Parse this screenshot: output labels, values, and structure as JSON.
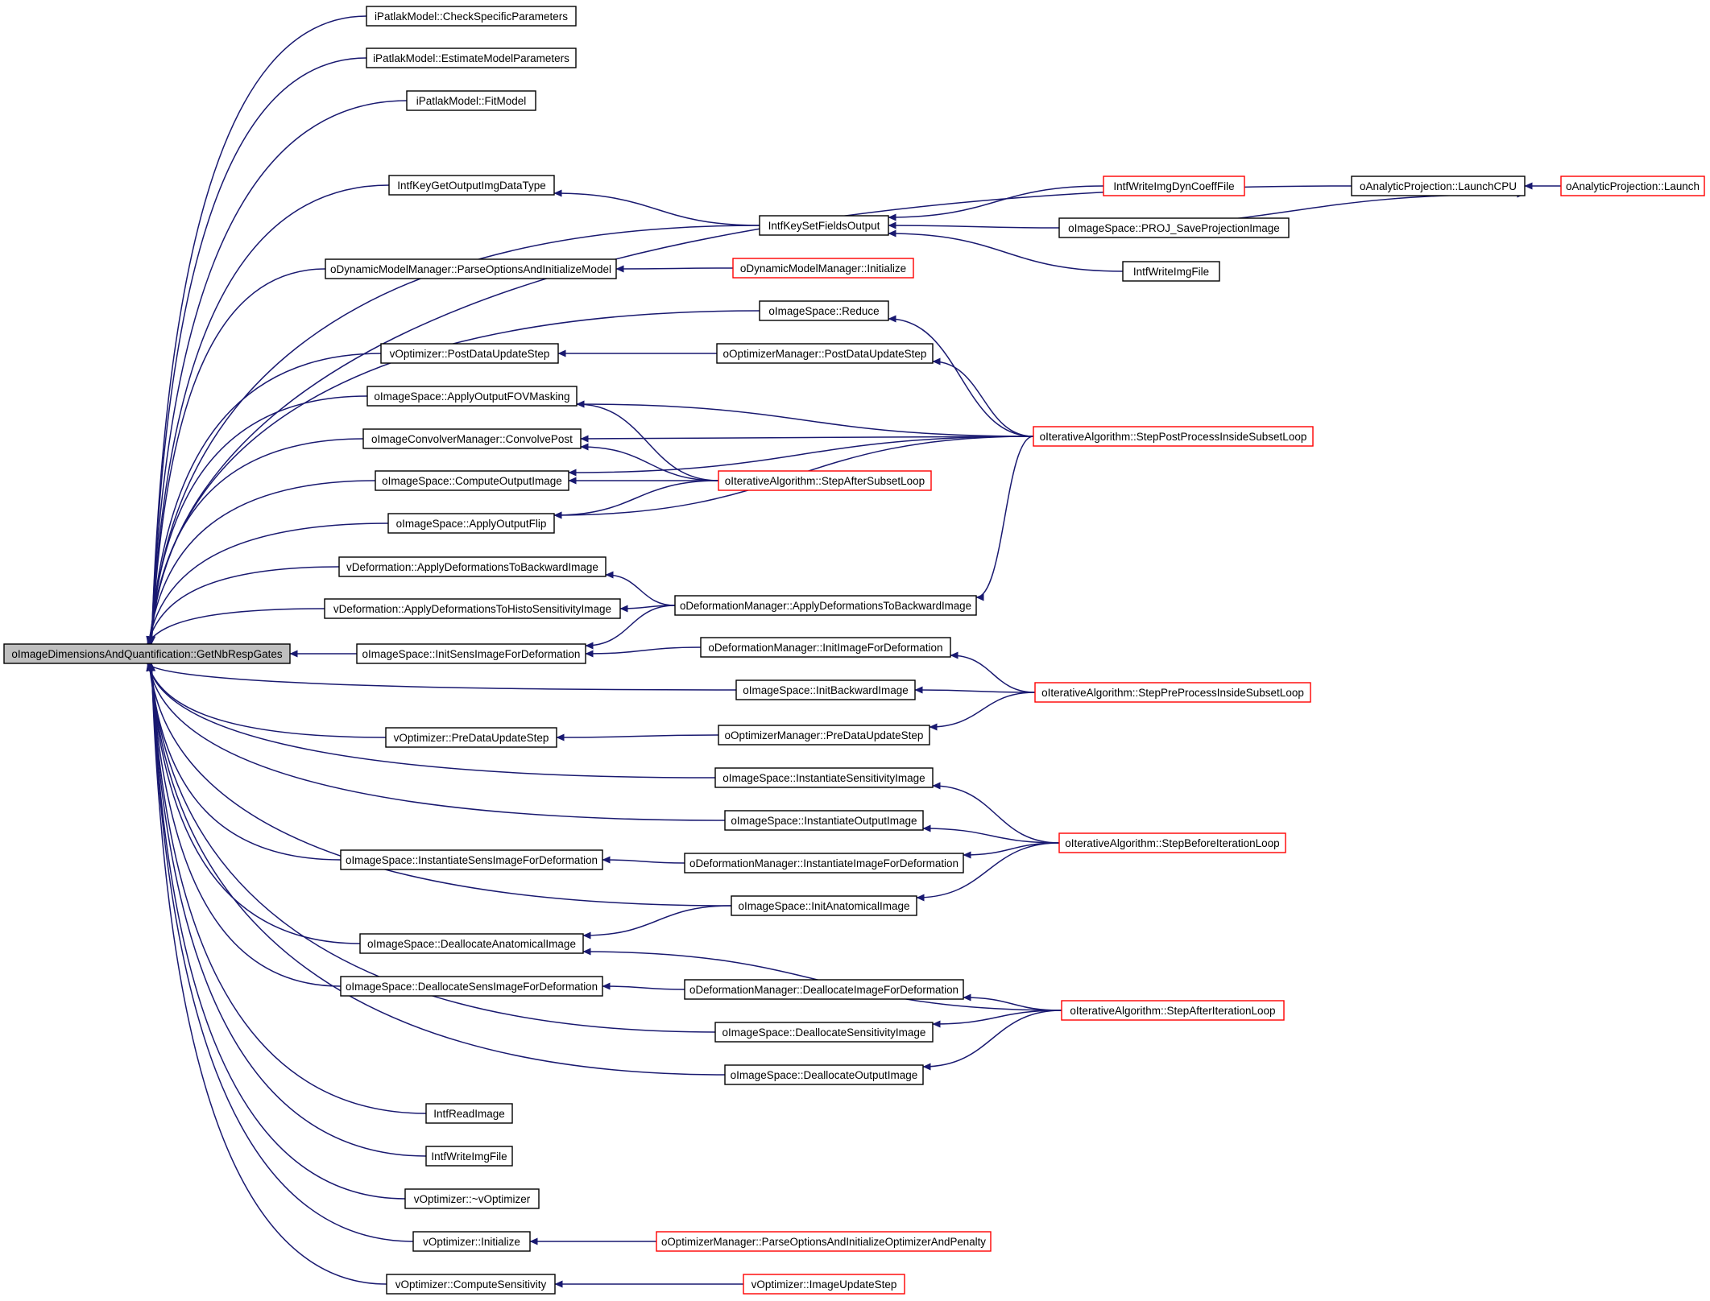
{
  "colors": {
    "edge": "#191970",
    "node_border": "#000000",
    "incomplete_border": "#ff0000",
    "root_fill": "#bfbfbf"
  },
  "nodes": [
    {
      "id": "root",
      "label": "oImageDimensionsAndQuantification::GetNbRespGates",
      "kind": "root"
    },
    {
      "id": "n1",
      "label": "iPatlakModel::CheckSpecificParameters",
      "kind": "normal"
    },
    {
      "id": "n2",
      "label": "iPatlakModel::EstimateModelParameters",
      "kind": "normal"
    },
    {
      "id": "n3",
      "label": "iPatlakModel::FitModel",
      "kind": "normal"
    },
    {
      "id": "n4",
      "label": "IntfKeyGetOutputImgDataType",
      "kind": "normal"
    },
    {
      "id": "n5",
      "label": "oDynamicModelManager::ParseOptionsAndInitializeModel",
      "kind": "normal"
    },
    {
      "id": "n6",
      "label": "vOptimizer::PostDataUpdateStep",
      "kind": "normal"
    },
    {
      "id": "n7",
      "label": "oImageSpace::ApplyOutputFOVMasking",
      "kind": "normal"
    },
    {
      "id": "n8",
      "label": "oImageConvolverManager::ConvolvePost",
      "kind": "normal"
    },
    {
      "id": "n9",
      "label": "oImageSpace::ComputeOutputImage",
      "kind": "normal"
    },
    {
      "id": "n10",
      "label": "oImageSpace::ApplyOutputFlip",
      "kind": "normal"
    },
    {
      "id": "n11",
      "label": "vDeformation::ApplyDeformationsToBackwardImage",
      "kind": "normal"
    },
    {
      "id": "n12",
      "label": "vDeformation::ApplyDeformationsToHistoSensitivityImage",
      "kind": "normal"
    },
    {
      "id": "n13",
      "label": "oImageSpace::InitSensImageForDeformation",
      "kind": "normal"
    },
    {
      "id": "n14",
      "label": "vOptimizer::PreDataUpdateStep",
      "kind": "normal"
    },
    {
      "id": "n15",
      "label": "oImageSpace::InstantiateSensImageForDeformation",
      "kind": "normal"
    },
    {
      "id": "n16",
      "label": "oImageSpace::DeallocateAnatomicalImage",
      "kind": "normal"
    },
    {
      "id": "n17",
      "label": "oImageSpace::DeallocateSensImageForDeformation",
      "kind": "normal"
    },
    {
      "id": "n18",
      "label": "IntfReadImage",
      "kind": "normal"
    },
    {
      "id": "n19",
      "label": "IntfWriteImgFile",
      "kind": "normal"
    },
    {
      "id": "n20",
      "label": "vOptimizer::~vOptimizer",
      "kind": "normal"
    },
    {
      "id": "n21",
      "label": "vOptimizer::Initialize",
      "kind": "normal"
    },
    {
      "id": "n22",
      "label": "vOptimizer::ComputeSensitivity",
      "kind": "normal"
    },
    {
      "id": "m1",
      "label": "IntfKeySetFieldsOutput",
      "kind": "normal"
    },
    {
      "id": "m2",
      "label": "oDynamicModelManager::Initialize",
      "kind": "red"
    },
    {
      "id": "m3",
      "label": "oImageSpace::Reduce",
      "kind": "normal"
    },
    {
      "id": "m4",
      "label": "oOptimizerManager::PostDataUpdateStep",
      "kind": "normal"
    },
    {
      "id": "m5",
      "label": "oIterativeAlgorithm::StepAfterSubsetLoop",
      "kind": "red"
    },
    {
      "id": "m6",
      "label": "oDeformationManager::ApplyDeformationsToBackwardImage",
      "kind": "normal"
    },
    {
      "id": "m7",
      "label": "oDeformationManager::InitImageForDeformation",
      "kind": "normal"
    },
    {
      "id": "m8",
      "label": "oImageSpace::InitBackwardImage",
      "kind": "normal"
    },
    {
      "id": "m9",
      "label": "oOptimizerManager::PreDataUpdateStep",
      "kind": "normal"
    },
    {
      "id": "m10",
      "label": "oImageSpace::InstantiateSensitivityImage",
      "kind": "normal"
    },
    {
      "id": "m11",
      "label": "oImageSpace::InstantiateOutputImage",
      "kind": "normal"
    },
    {
      "id": "m12",
      "label": "oDeformationManager::InstantiateImageForDeformation",
      "kind": "normal"
    },
    {
      "id": "m13",
      "label": "oImageSpace::InitAnatomicalImage",
      "kind": "normal"
    },
    {
      "id": "m14",
      "label": "oDeformationManager::DeallocateImageForDeformation",
      "kind": "normal"
    },
    {
      "id": "m15",
      "label": "oImageSpace::DeallocateSensitivityImage",
      "kind": "normal"
    },
    {
      "id": "m16",
      "label": "oImageSpace::DeallocateOutputImage",
      "kind": "normal"
    },
    {
      "id": "m17",
      "label": "oOptimizerManager::ParseOptionsAndInitializeOptimizerAndPenalty",
      "kind": "red"
    },
    {
      "id": "m18",
      "label": "vOptimizer::ImageUpdateStep",
      "kind": "red"
    },
    {
      "id": "r1",
      "label": "IntfWriteImgDynCoeffFile",
      "kind": "red"
    },
    {
      "id": "r2",
      "label": "oImageSpace::PROJ_SaveProjectionImage",
      "kind": "normal"
    },
    {
      "id": "r3",
      "label": "IntfWriteImgFile",
      "kind": "normal"
    },
    {
      "id": "r4",
      "label": "oIterativeAlgorithm::StepPostProcessInsideSubsetLoop",
      "kind": "red"
    },
    {
      "id": "r5",
      "label": "oIterativeAlgorithm::StepPreProcessInsideSubsetLoop",
      "kind": "red"
    },
    {
      "id": "r6",
      "label": "oIterativeAlgorithm::StepBeforeIterationLoop",
      "kind": "red"
    },
    {
      "id": "r7",
      "label": "oIterativeAlgorithm::StepAfterIterationLoop",
      "kind": "red"
    },
    {
      "id": "q1",
      "label": "oAnalyticProjection::LaunchCPU",
      "kind": "normal"
    },
    {
      "id": "q2",
      "label": "oAnalyticProjection::Launch",
      "kind": "red"
    }
  ],
  "edges": [
    [
      "n1",
      "root"
    ],
    [
      "n2",
      "root"
    ],
    [
      "n3",
      "root"
    ],
    [
      "q1",
      "root"
    ],
    [
      "n4",
      "root"
    ],
    [
      "m1",
      "root"
    ],
    [
      "n5",
      "root"
    ],
    [
      "m3",
      "root"
    ],
    [
      "n6",
      "root"
    ],
    [
      "n7",
      "root"
    ],
    [
      "n8",
      "root"
    ],
    [
      "n9",
      "root"
    ],
    [
      "n10",
      "root"
    ],
    [
      "n11",
      "root"
    ],
    [
      "n12",
      "root"
    ],
    [
      "n13",
      "root"
    ],
    [
      "m8",
      "root"
    ],
    [
      "n14",
      "root"
    ],
    [
      "m10",
      "root"
    ],
    [
      "m11",
      "root"
    ],
    [
      "n15",
      "root"
    ],
    [
      "m13",
      "root"
    ],
    [
      "n16",
      "root"
    ],
    [
      "n17",
      "root"
    ],
    [
      "m15",
      "root"
    ],
    [
      "m16",
      "root"
    ],
    [
      "n18",
      "root"
    ],
    [
      "n19",
      "root"
    ],
    [
      "n20",
      "root"
    ],
    [
      "n21",
      "root"
    ],
    [
      "n22",
      "root"
    ],
    [
      "m1",
      "n4"
    ],
    [
      "r1",
      "m1"
    ],
    [
      "r2",
      "m1"
    ],
    [
      "r3",
      "m1"
    ],
    [
      "r2",
      "q1"
    ],
    [
      "q2",
      "q1"
    ],
    [
      "m2",
      "n5"
    ],
    [
      "r4",
      "m3"
    ],
    [
      "m4",
      "n6"
    ],
    [
      "r4",
      "m4"
    ],
    [
      "m5",
      "n7"
    ],
    [
      "r4",
      "n7"
    ],
    [
      "r4",
      "n8"
    ],
    [
      "m5",
      "n8"
    ],
    [
      "m5",
      "n9"
    ],
    [
      "r4",
      "n9"
    ],
    [
      "m5",
      "n10"
    ],
    [
      "r4",
      "n10"
    ],
    [
      "m6",
      "n11"
    ],
    [
      "m6",
      "n12"
    ],
    [
      "r4",
      "m6"
    ],
    [
      "m6",
      "n13"
    ],
    [
      "m7",
      "n13"
    ],
    [
      "r5",
      "m7"
    ],
    [
      "r5",
      "m8"
    ],
    [
      "m9",
      "n14"
    ],
    [
      "r5",
      "m9"
    ],
    [
      "r6",
      "m10"
    ],
    [
      "r6",
      "m11"
    ],
    [
      "m12",
      "n15"
    ],
    [
      "r6",
      "m12"
    ],
    [
      "r6",
      "m13"
    ],
    [
      "m13",
      "n16"
    ],
    [
      "r7",
      "n16"
    ],
    [
      "m14",
      "n17"
    ],
    [
      "r7",
      "m14"
    ],
    [
      "r7",
      "m15"
    ],
    [
      "r7",
      "m16"
    ],
    [
      "m17",
      "n21"
    ],
    [
      "m18",
      "n22"
    ]
  ]
}
